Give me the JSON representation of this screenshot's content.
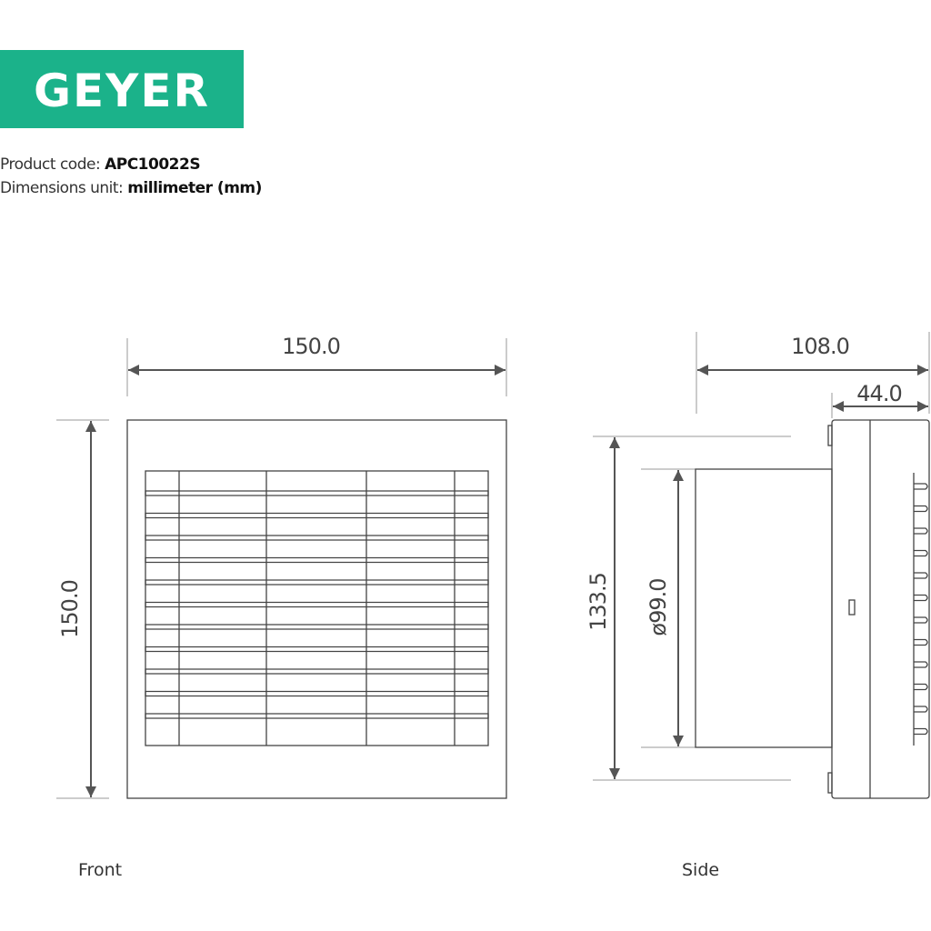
{
  "brand": {
    "logo_text": "GEYER",
    "color": "#1bb28a"
  },
  "info": {
    "product_code_label": "Product code:",
    "product_code": "APC10022S",
    "unit_label": "Dimensions unit:",
    "unit": "millimeter (mm)"
  },
  "dimensions": {
    "front_width": "150.0",
    "front_height": "150.0",
    "side_depth": "108.0",
    "side_body_depth": "44.0",
    "side_height": "133.5",
    "duct_diameter": "ø99.0"
  },
  "captions": {
    "front": "Front",
    "side": "Side"
  }
}
